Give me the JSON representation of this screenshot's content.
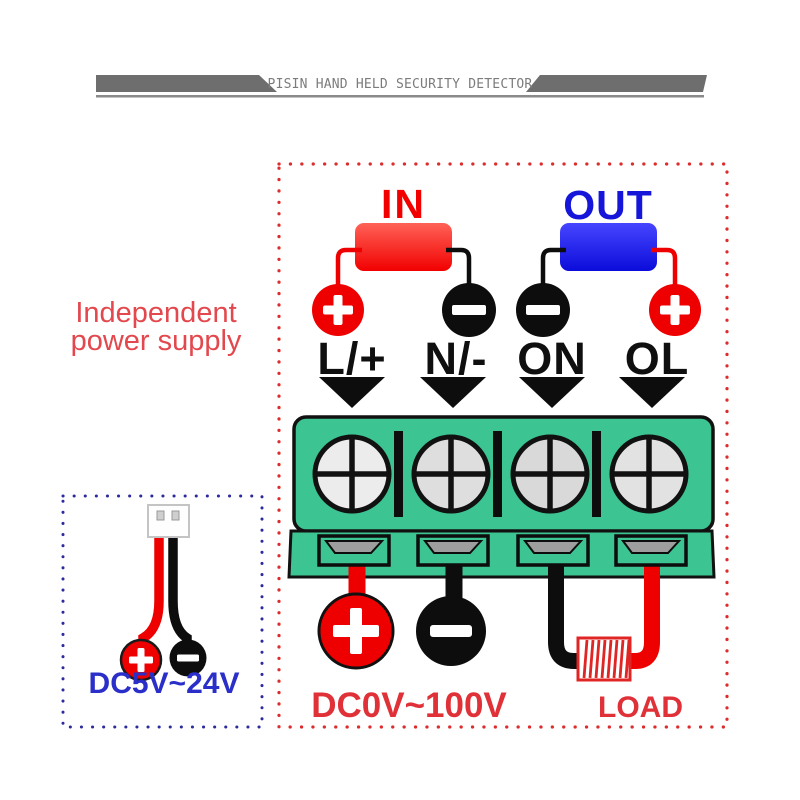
{
  "header": {
    "title": "PISIN HAND HELD SECURITY DETECTOR"
  },
  "annotations": {
    "independent_line1": "Independent",
    "independent_line2": "power supply",
    "supply_range": "DC5V~24V",
    "input_range": "DC0V~100V",
    "load": "LOAD"
  },
  "wiring": {
    "in_label": "IN",
    "out_label": "OUT",
    "terminal_labels": [
      "L/+",
      "N/-",
      "ON",
      "OL"
    ]
  },
  "icons": {
    "plus_terminal": "+",
    "minus_terminal": "−",
    "down_arrow": "▼",
    "terminal_screw": "⊕",
    "load_coil": "hatched-coil"
  },
  "colors": {
    "wire_red": "#ee0000",
    "wire_black": "#0d0d0d",
    "box_red": "#f10000",
    "box_blue": "#1414dc",
    "terminal_green": "#3cc492",
    "text_red": "#e03138",
    "text_blue": "#2a2fc9",
    "banner_gray": "#6e6e6e",
    "dotted_red": "#dc2c2c",
    "dotted_blue": "#2b2b9e"
  }
}
